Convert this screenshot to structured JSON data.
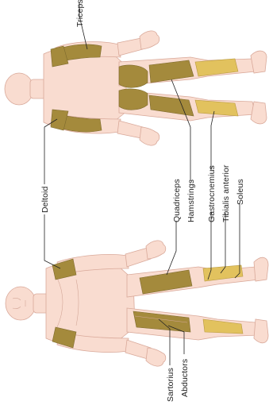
{
  "labels": {
    "triceps": "Triceps",
    "deltoid": "Deltoid",
    "quadriceps": "Quadriceps",
    "hamstrings": "Hamstrings",
    "gastrocnemius": "Gastrocnemius",
    "tibialis_anterior": "Tibialis anterior",
    "soleus": "Soleus",
    "sartorius": "Sartorius",
    "abductors": "Abductors"
  },
  "colors": {
    "skin": "#f9dcd0",
    "muscle_dark": "#a48a3c",
    "muscle_light": "#e2c25e"
  }
}
